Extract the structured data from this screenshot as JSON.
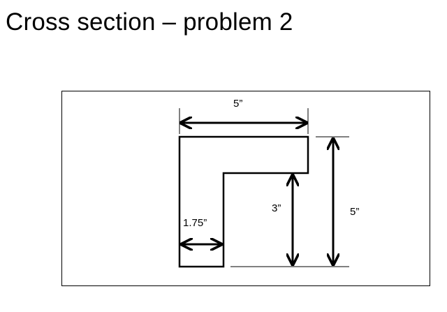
{
  "title": "Cross section – problem 2",
  "dimensions": {
    "top_width": "5”",
    "inner_height": "3”",
    "total_height": "5”",
    "stem_width": "1.75”"
  }
}
